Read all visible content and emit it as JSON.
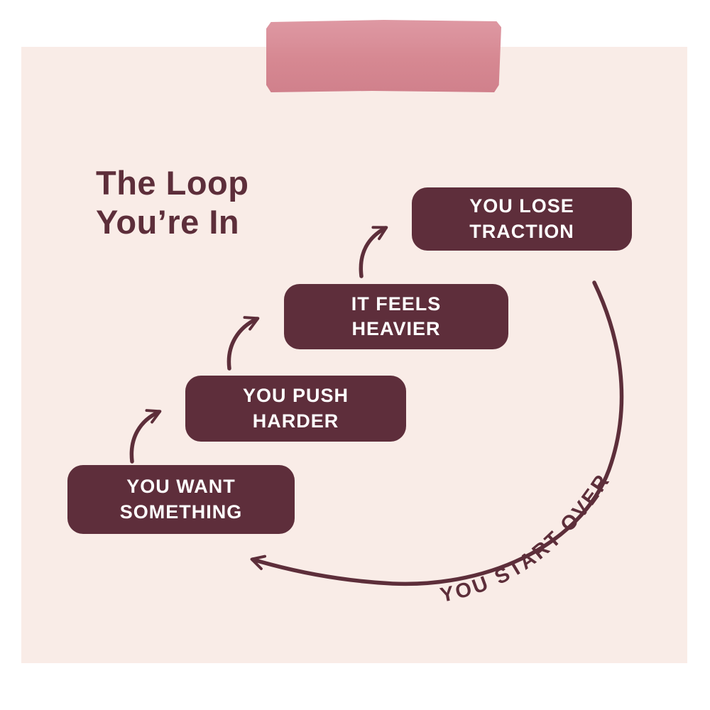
{
  "note": {
    "title": "The Loop\nYou’re In"
  },
  "boxes": [
    {
      "label": "YOU WANT\nSOMETHING"
    },
    {
      "label": "YOU PUSH\nHARDER"
    },
    {
      "label": "IT FEELS\nHEAVIER"
    },
    {
      "label": "YOU LOSE\nTRACTION"
    }
  ],
  "loop": {
    "label": "YOU START OVER"
  },
  "colors": {
    "card_bg": "#f9ece7",
    "tape": "#d5858f",
    "maroon": "#5e2e3b",
    "box_text": "#ffffff"
  }
}
